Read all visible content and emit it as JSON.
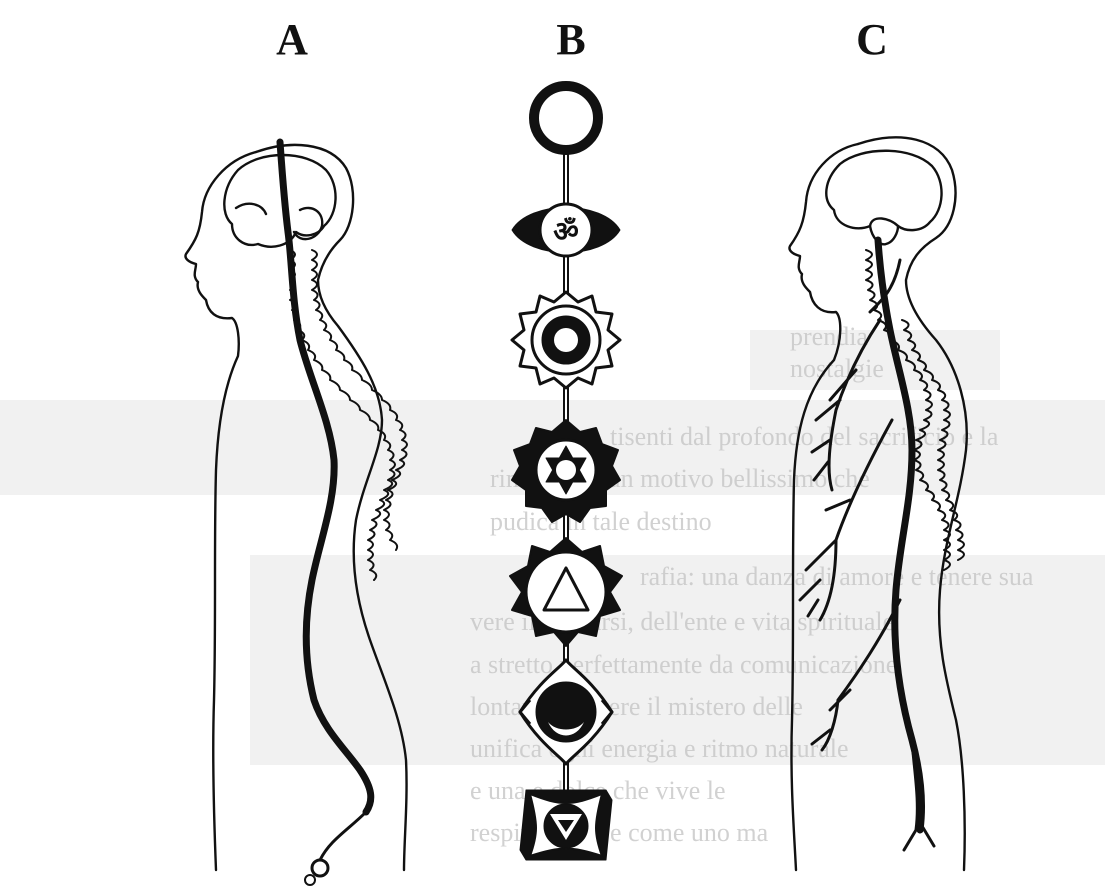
{
  "panels": [
    {
      "label": "A",
      "subject": "spinal-cord-side-view"
    },
    {
      "label": "B",
      "subject": "chakra-column"
    },
    {
      "label": "C",
      "subject": "sympathetic-nerve-trunk"
    }
  ],
  "background_text_lines": [
    "prendia",
    "nostalgie",
    "tisenti dal profondo del sacrificio e la",
    "rima al cui un motivo bellissimo che",
    "pudica in tale destino",
    "rafia: una danza di amore e tenere sua",
    "vere il lasciarsi, dell'ente e vita spirituale",
    "a stretto perfettamente da comunicazione",
    "lontani di vivere il mistero delle",
    "unifica ogni energia e ritmo naturale",
    "e una e dolce che vive le",
    "respirazione, e come uno ma"
  ],
  "colors": {
    "ink": "#111111",
    "paper": "#ffffff",
    "bleed": "#c9c9c9"
  }
}
